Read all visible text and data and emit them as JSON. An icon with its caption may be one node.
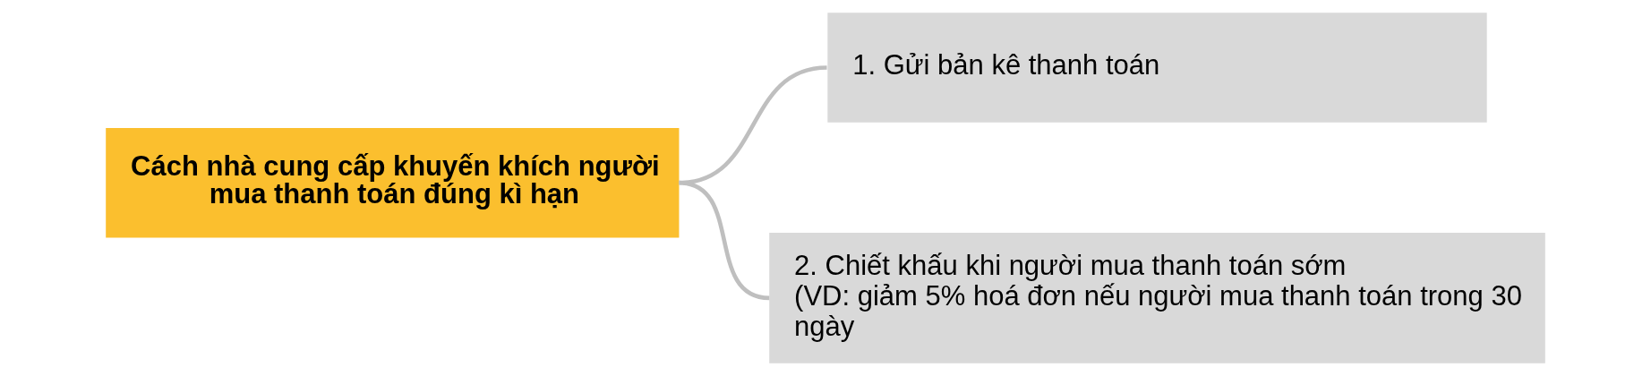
{
  "diagram": {
    "nodes": [
      {
        "text": [
          "Cách nhà cung cấp khuyến khích người mua thanh toán đúng kì hạn"
        ]
      },
      {
        "text": [
          "1. Gửi bản kê thanh toán"
        ]
      },
      {
        "text": [
          "2. Chiết khấu khi người mua thanh toán sớm",
          "(VD: giảm 5% hoá đơn nếu người mua thanh toán trong 30 ngày"
        ]
      }
    ],
    "edges": [
      {
        "from": 0,
        "to": 1,
        "arrow": "none"
      },
      {
        "from": 0,
        "to": 2,
        "arrow": "none"
      }
    ]
  }
}
